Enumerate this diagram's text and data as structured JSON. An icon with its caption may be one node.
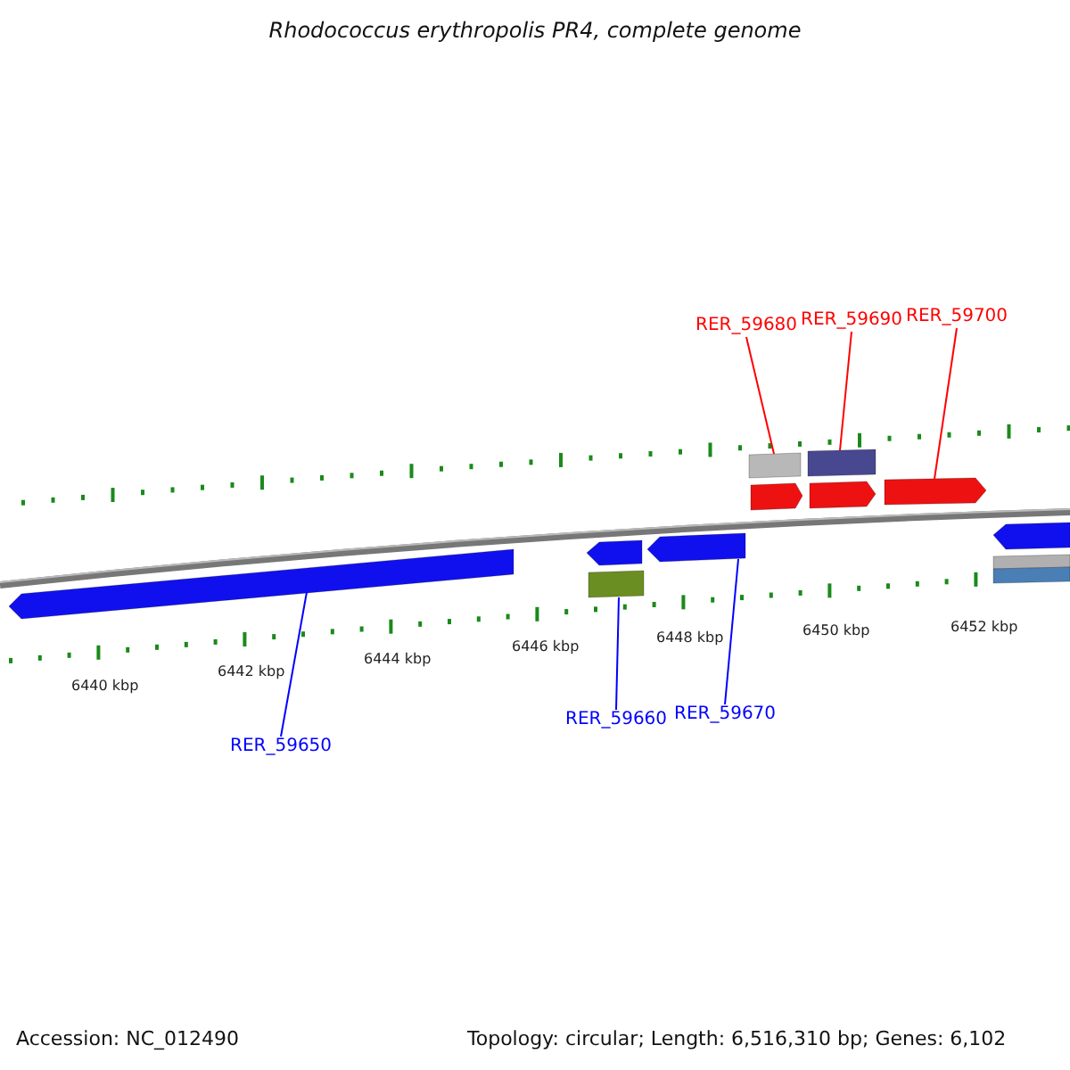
{
  "diagram": {
    "title": "Rhodococcus erythropolis PR4, complete genome",
    "nodes": [
      {
        "text": [
          "RER_59680"
        ]
      },
      {
        "text": [
          "RER_59690"
        ]
      },
      {
        "text": [
          "RER_59700"
        ]
      },
      {
        "text": [
          "RER_59650"
        ]
      },
      {
        "text": [
          "RER_59660"
        ]
      },
      {
        "text": [
          "RER_59670"
        ]
      },
      {
        "text": [],
        "shape": "bar"
      },
      {
        "text": [],
        "shape": "box"
      },
      {
        "text": [],
        "shape": "bar"
      },
      {
        "text": [],
        "shape": "box"
      },
      {
        "text": [],
        "shape": "box"
      },
      {
        "text": [],
        "shape": "bar"
      }
    ],
    "edges": [
      {
        "from": 0,
        "to": 9,
        "arrow": "none",
        "color": "#ff0000"
      },
      {
        "from": 1,
        "to": 10,
        "arrow": "none",
        "color": "#ff0000"
      },
      {
        "from": 2,
        "to": 11,
        "arrow": "none",
        "color": "#ff0000"
      },
      {
        "from": 3,
        "to": 6,
        "arrow": "none",
        "color": "#0000ff"
      },
      {
        "from": 4,
        "to": 7,
        "arrow": "none",
        "color": "#0000ff"
      },
      {
        "from": 5,
        "to": 8,
        "arrow": "none",
        "color": "#0000ff"
      }
    ],
    "labels": [
      "6440 kbp",
      "6442 kbp",
      "6444 kbp",
      "6446 kbp",
      "6448 kbp",
      "6450 kbp",
      "6452 kbp",
      "Accession: NC_012490",
      "Topology: circular; Length: 6,516,310 bp; Genes: 6,102"
    ]
  }
}
